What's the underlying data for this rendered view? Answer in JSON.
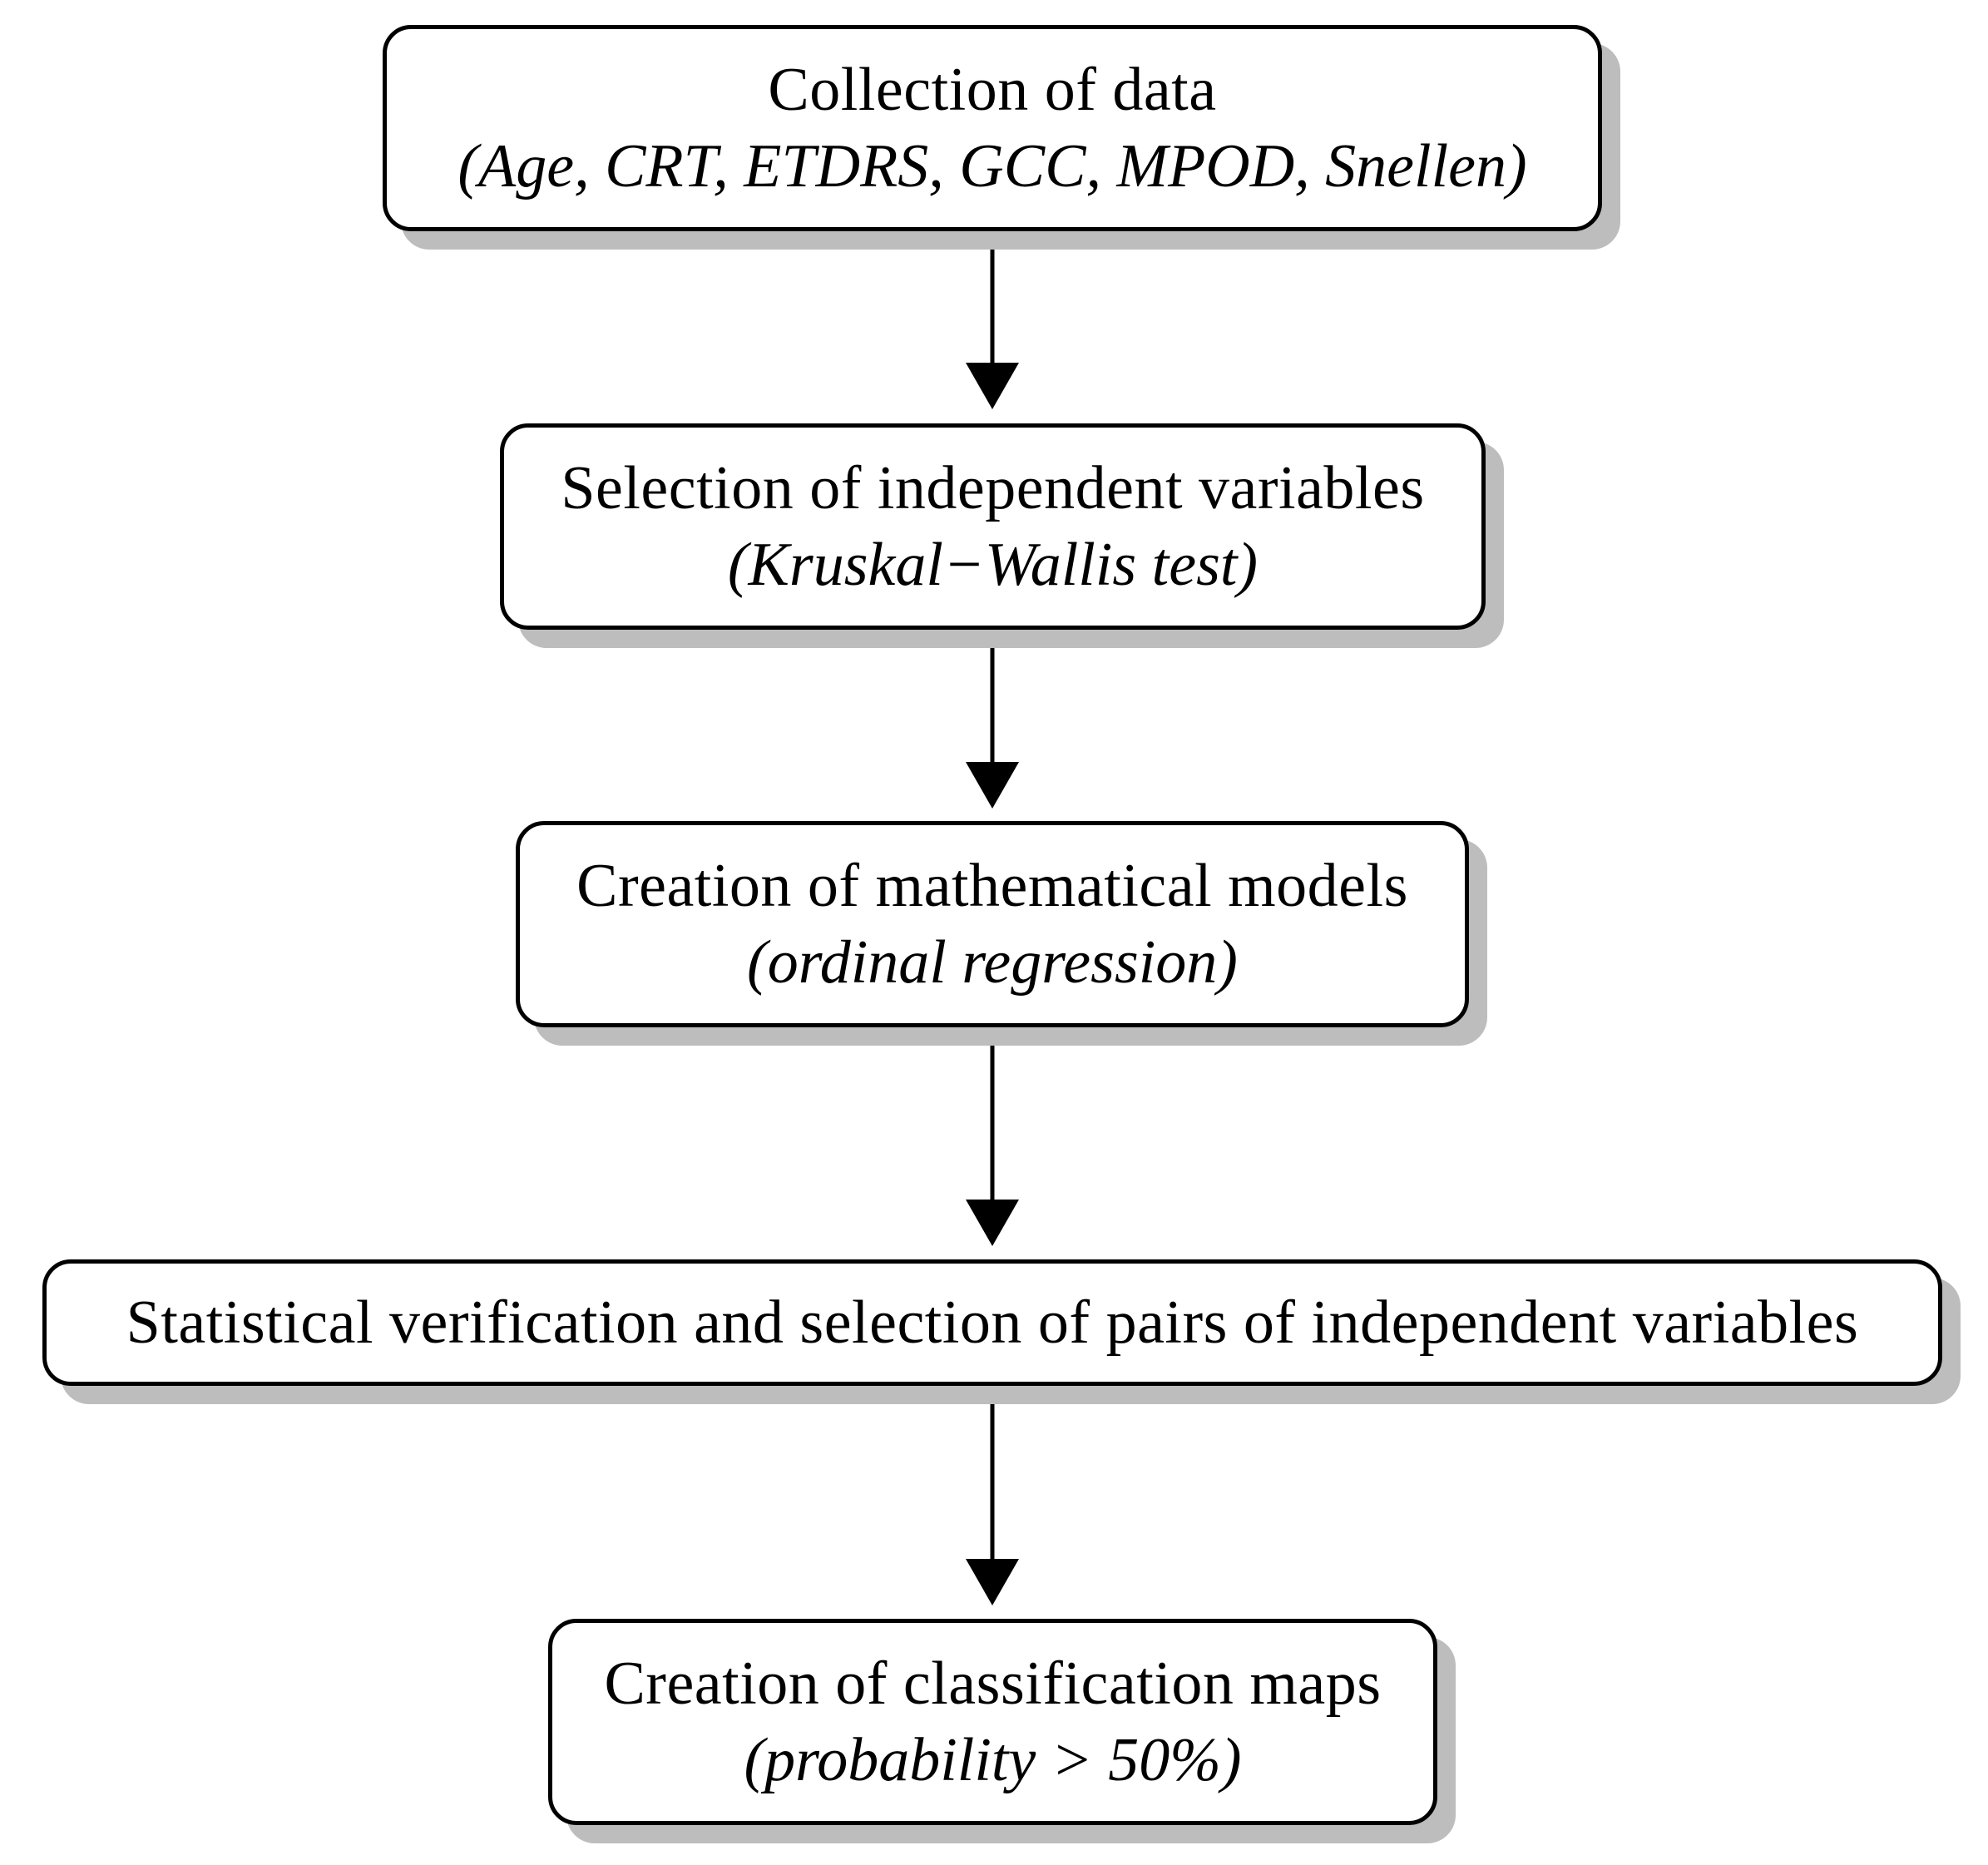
{
  "steps": [
    {
      "title": "Collection of data",
      "detail": "(Age, CRT, ETDRS, GCC, MPOD, Snellen)"
    },
    {
      "title": "Selection of independent variables",
      "detail": "(Kruskal−Wallis test)"
    },
    {
      "title": "Creation of mathematical models",
      "detail": "(ordinal regression)"
    },
    {
      "title": "Statistical verification and selection of pairs of independent variables"
    },
    {
      "title": "Creation of classification maps",
      "detail": "(probability > 50%)"
    }
  ],
  "colors": {
    "box_border": "#000000",
    "box_fill": "#ffffff",
    "shadow": "#bdbdbd",
    "arrow": "#000000"
  }
}
